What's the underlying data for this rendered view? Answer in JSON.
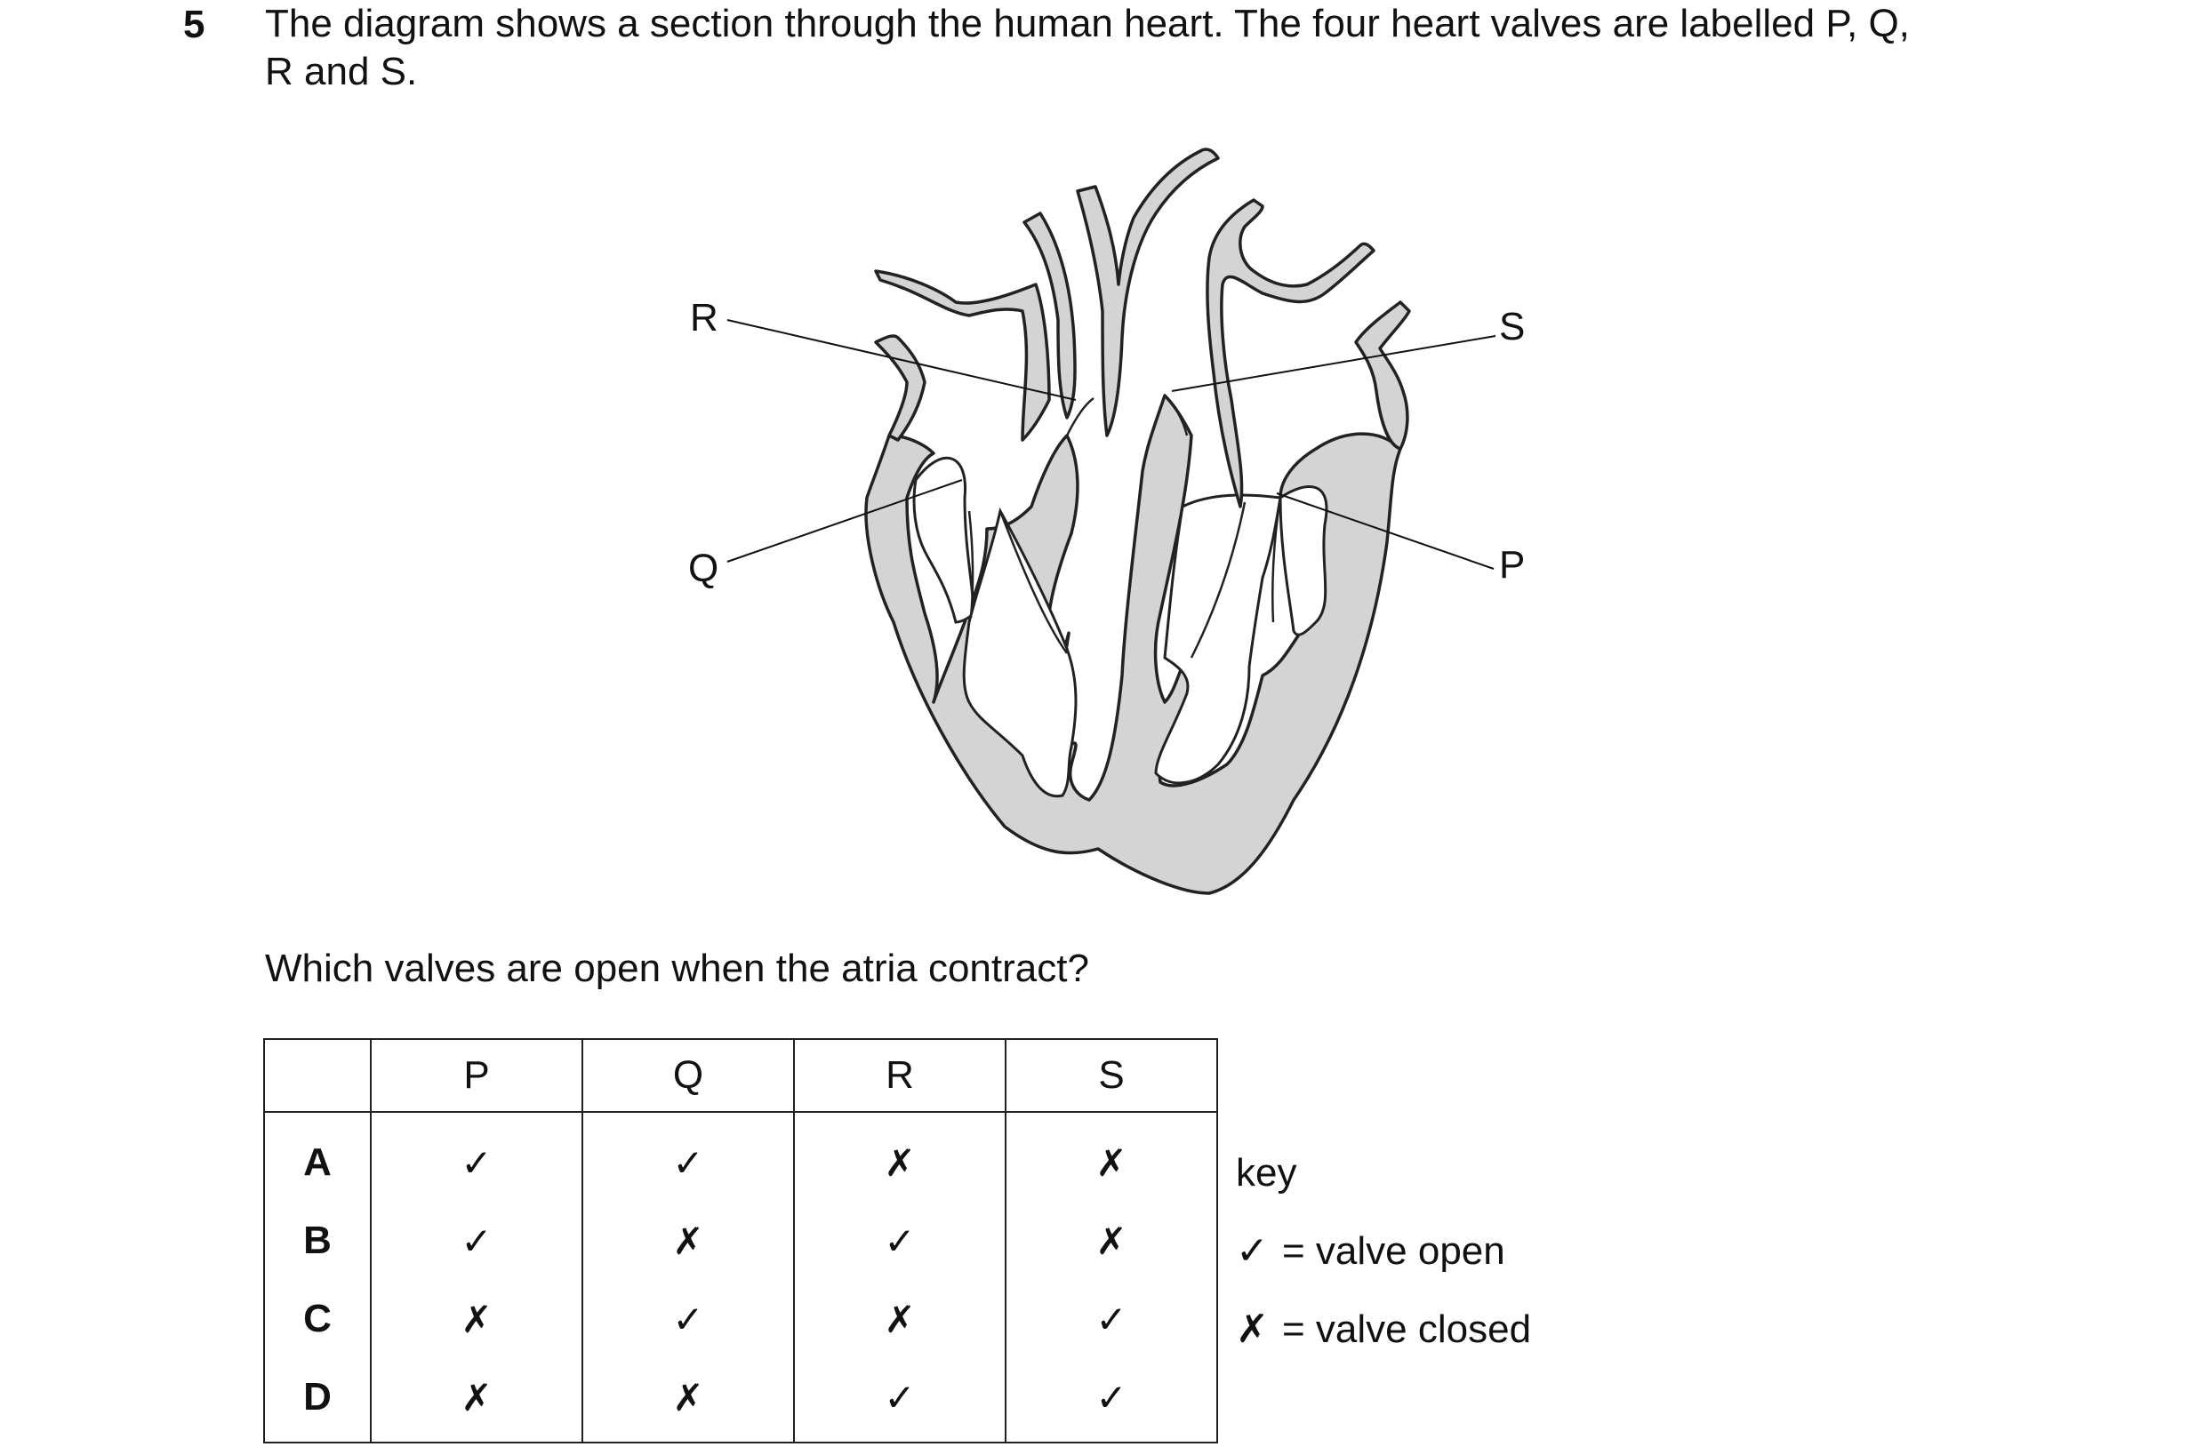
{
  "question": {
    "number": "5",
    "stem_line1": "The diagram shows a section through the human heart. The four heart valves are labelled P, Q,",
    "stem_line2": "R and S.",
    "prompt": "Which valves are open when the atria contract?"
  },
  "diagram": {
    "labels": {
      "R": "R",
      "Q": "Q",
      "S": "S",
      "P": "P"
    },
    "colors": {
      "tissue": "#d4d4d4",
      "outline": "#222222"
    }
  },
  "table": {
    "headers": [
      "P",
      "Q",
      "R",
      "S"
    ],
    "rows": [
      {
        "letter": "A",
        "values": [
          "✓",
          "✓",
          "✗",
          "✗"
        ]
      },
      {
        "letter": "B",
        "values": [
          "✓",
          "✗",
          "✓",
          "✗"
        ]
      },
      {
        "letter": "C",
        "values": [
          "✗",
          "✓",
          "✗",
          "✓"
        ]
      },
      {
        "letter": "D",
        "values": [
          "✗",
          "✗",
          "✓",
          "✓"
        ]
      }
    ]
  },
  "key": {
    "title": "key",
    "open_symbol": "✓",
    "open_text": "= valve open",
    "closed_symbol": "✗",
    "closed_text": "= valve closed"
  }
}
